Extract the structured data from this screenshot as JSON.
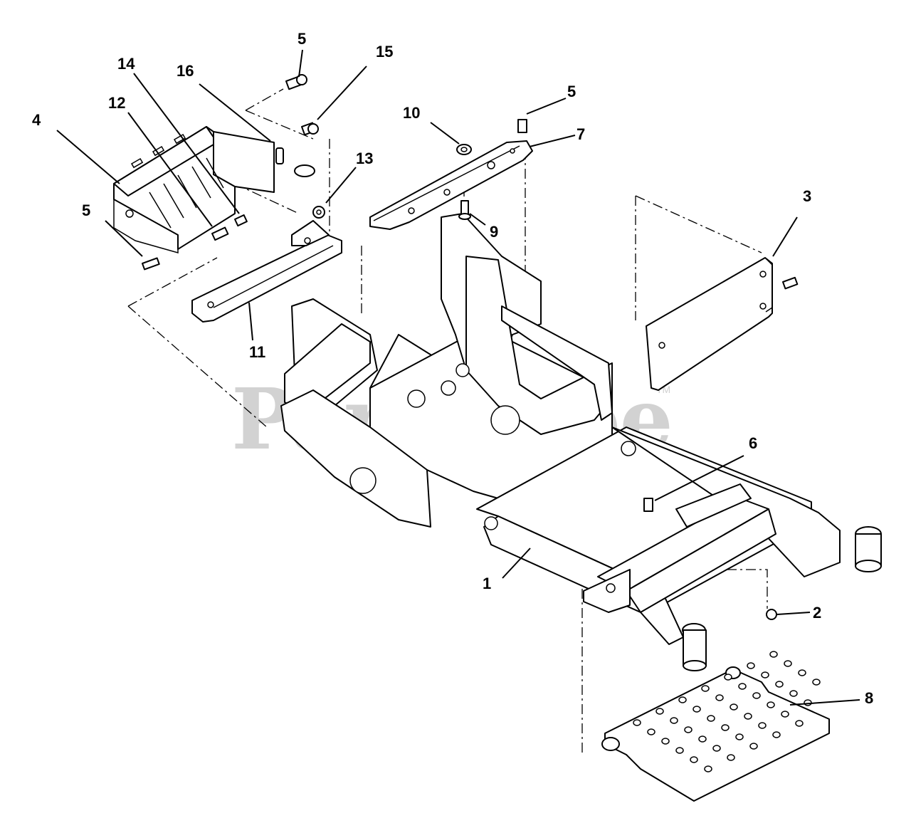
{
  "watermark": {
    "text": "PartsTree",
    "trademark": "TM"
  },
  "callouts": [
    {
      "id": "c1",
      "label": "1"
    },
    {
      "id": "c2",
      "label": "2"
    },
    {
      "id": "c3",
      "label": "3"
    },
    {
      "id": "c4",
      "label": "4"
    },
    {
      "id": "c5a",
      "label": "5"
    },
    {
      "id": "c5b",
      "label": "5"
    },
    {
      "id": "c5c",
      "label": "5"
    },
    {
      "id": "c6",
      "label": "6"
    },
    {
      "id": "c7",
      "label": "7"
    },
    {
      "id": "c8",
      "label": "8"
    },
    {
      "id": "c9",
      "label": "9"
    },
    {
      "id": "c10",
      "label": "10"
    },
    {
      "id": "c11",
      "label": "11"
    },
    {
      "id": "c12",
      "label": "12"
    },
    {
      "id": "c13",
      "label": "13"
    },
    {
      "id": "c14",
      "label": "14"
    },
    {
      "id": "c15",
      "label": "15"
    },
    {
      "id": "c16",
      "label": "16"
    }
  ]
}
